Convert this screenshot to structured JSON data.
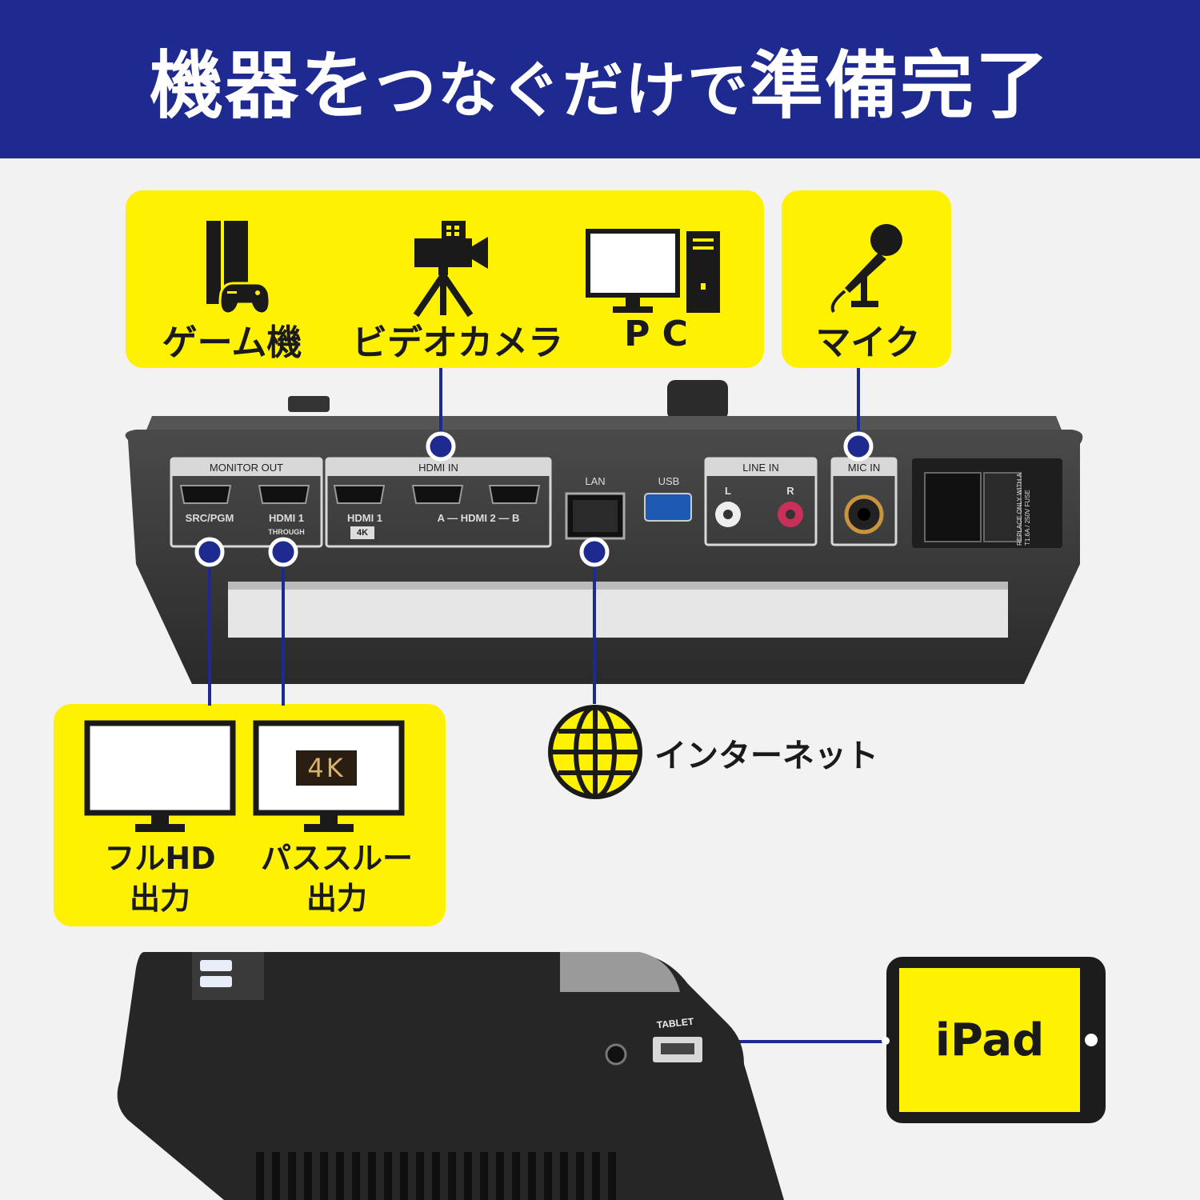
{
  "header": {
    "title_part1": "機器を",
    "title_part2": "つなぐ",
    "title_part3": "だけで",
    "title_part4": "準備完了"
  },
  "inputs": {
    "game": "ゲーム機",
    "camera": "ビデオカメラ",
    "pc": "P C",
    "mic": "マイク"
  },
  "panel": {
    "monitor_out": "MONITOR OUT",
    "src_pgm": "SRC/PGM",
    "hdmi1": "HDMI 1",
    "through": "THROUGH",
    "hdmi_in": "HDMI IN",
    "hdmi_in_1": "HDMI 1",
    "badge_4k": "4K",
    "hdmi2": "A — HDMI 2 — B",
    "lan": "LAN",
    "usb": "USB",
    "line_in": "LINE IN",
    "l": "L",
    "r": "R",
    "mic_in": "MIC IN",
    "fuse_line1": "REPLACE ONLY WITH",
    "fuse_line2": "A T1.6A / 250V FUSE",
    "tablet": "TABLET"
  },
  "outputs": {
    "fullhd_line1": "フルHD",
    "fullhd_line2": "出力",
    "passthrough_line1": "パススルー",
    "passthrough_line2": "出力",
    "monitor_badge": "4K"
  },
  "network": {
    "label": "インターネット"
  },
  "tablet": {
    "label": "iPad"
  },
  "colors": {
    "banner": "#1f2a91",
    "highlight": "#fff200",
    "connector": "#1f2a91"
  }
}
